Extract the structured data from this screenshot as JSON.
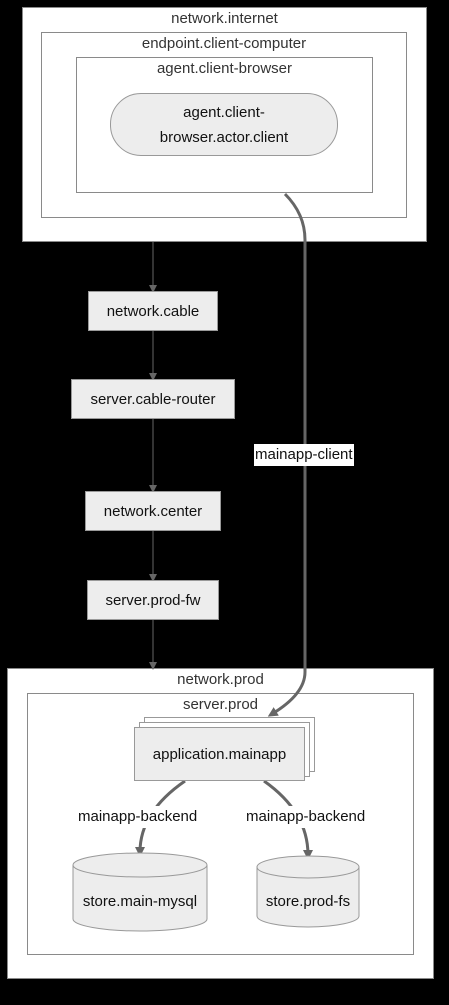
{
  "containers": {
    "internet": "network.internet",
    "client_computer": "endpoint.client-computer",
    "client_browser": "agent.client-browser",
    "prod_network": "network.prod",
    "prod_server": "server.prod"
  },
  "nodes": {
    "client_actor_line1": "agent.client-",
    "client_actor_line2": "browser.actor.client",
    "network_cable": "network.cable",
    "cable_router": "server.cable-router",
    "network_center": "network.center",
    "prod_fw": "server.prod-fw",
    "mainapp": "application.mainapp",
    "mysql": "store.main-mysql",
    "prod_fs": "store.prod-fs"
  },
  "edges": {
    "client_to_mainapp": "mainapp-client",
    "mainapp_to_mysql": "mainapp-backend",
    "mainapp_to_fs": "mainapp-backend"
  }
}
